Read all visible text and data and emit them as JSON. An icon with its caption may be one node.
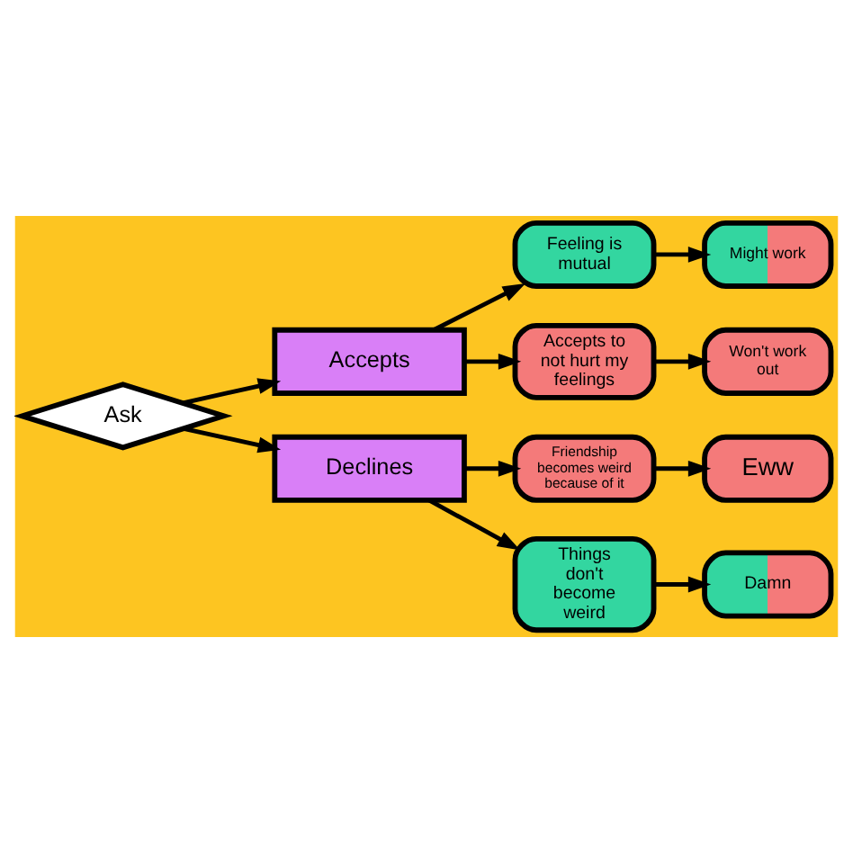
{
  "diagram": {
    "nodes": [
      {
        "text": [
          "Ask"
        ]
      },
      {
        "text": [
          "Accepts"
        ]
      },
      {
        "text": [
          "Declines"
        ]
      },
      {
        "text": [
          "Feeling is mutual"
        ]
      },
      {
        "text": [
          "Accepts to not hurt my feelings"
        ]
      },
      {
        "text": [
          "Friendship becomes weird because of it"
        ]
      },
      {
        "text": [
          "Things don't become weird"
        ]
      },
      {
        "text": [
          "Might work"
        ]
      },
      {
        "text": [
          "Won't work out"
        ]
      },
      {
        "text": [
          "Eww"
        ]
      },
      {
        "text": [
          "Damn"
        ]
      }
    ],
    "edges": [
      {
        "from": 0,
        "to": 1,
        "arrow": "to"
      },
      {
        "from": 0,
        "to": 2,
        "arrow": "to"
      },
      {
        "from": 1,
        "to": 3,
        "arrow": "to"
      },
      {
        "from": 1,
        "to": 4,
        "arrow": "to"
      },
      {
        "from": 2,
        "to": 5,
        "arrow": "to"
      },
      {
        "from": 2,
        "to": 6,
        "arrow": "to"
      },
      {
        "from": 3,
        "to": 7,
        "arrow": "to"
      },
      {
        "from": 4,
        "to": 8,
        "arrow": "to"
      },
      {
        "from": 5,
        "to": 9,
        "arrow": "to"
      },
      {
        "from": 6,
        "to": 10,
        "arrow": "to"
      }
    ]
  }
}
